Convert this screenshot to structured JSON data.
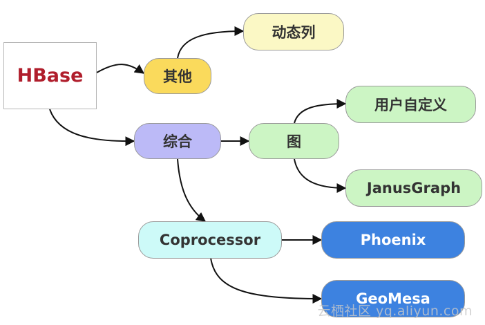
{
  "nodes": {
    "hbase": {
      "label": "HBase",
      "fill": "#ffffff",
      "text_color": "#b01e2c"
    },
    "other": {
      "label": "其他",
      "fill": "#fada5c"
    },
    "dynamic_col": {
      "label": "动态列",
      "fill": "#fbf8c5"
    },
    "composite": {
      "label": "综合",
      "fill": "#bcbaf7"
    },
    "graph": {
      "label": "图",
      "fill": "#ccf5c4"
    },
    "user_defined": {
      "label": "用户自定义",
      "fill": "#ccf5c4"
    },
    "janusgraph": {
      "label": "JanusGraph",
      "fill": "#ccf5c4"
    },
    "coprocessor": {
      "label": "Coprocessor",
      "fill": "#cdfaf8"
    },
    "phoenix": {
      "label": "Phoenix",
      "fill": "#3d82e0"
    },
    "geomesa": {
      "label": "GeoMesa",
      "fill": "#3d82e0"
    }
  },
  "edges": [
    [
      "hbase",
      "other"
    ],
    [
      "other",
      "dynamic_col"
    ],
    [
      "hbase",
      "composite"
    ],
    [
      "composite",
      "graph"
    ],
    [
      "graph",
      "user_defined"
    ],
    [
      "graph",
      "janusgraph"
    ],
    [
      "composite",
      "coprocessor"
    ],
    [
      "coprocessor",
      "phoenix"
    ],
    [
      "coprocessor",
      "geomesa"
    ]
  ],
  "watermark": "云栖社区 yq.aliyun.com",
  "edge_color": "#111111"
}
